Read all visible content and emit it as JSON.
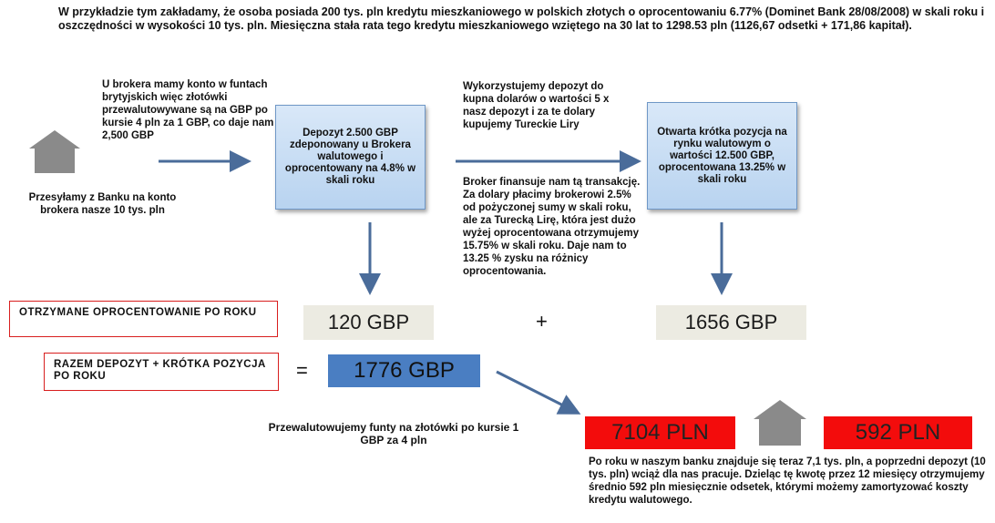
{
  "intro": "W przykładzie tym zakładamy, że osoba posiada 200 tys. pln kredytu mieszkaniowego w polskich złotych o oprocentowaniu 6.77% (Dominet Bank 28/08/2008) w skali roku i oszczędności w wysokości 10 tys. pln. Miesięczna stała rata tego kredytu mieszkaniowego wziętego na 30 lat to 1298.53 pln (1126,67 odsetki + 171,86 kapitał).",
  "broker_account_note": "U brokera mamy konto w funtach brytyjskich więc złotówki przewalutowywane są na GBP po kursie 4 pln za 1 GBP, co daje nam 2,500 GBP",
  "bank_transfer_note": "Przesyłamy z Banku na konto brokera nasze 10 tys. pln",
  "deposit_box": "Depozyt 2.500 GBP zdeponowany u Brokera walutowego i oprocentowany na 4.8% w skali roku",
  "deposit_use_note": "Wykorzystujemy depozyt do kupna dolarów o wartości 5 x nasz depozyt i za te dolary kupujemy Tureckie Liry",
  "broker_finance_note": "Broker finansuje nam tą transakcję. Za dolary płacimy brokerowi 2.5% od pożyczonej sumy w skali roku, ale za Turecką Lirę, która jest dużo wyżej oprocentowana otrzymujemy 15.75% w skali roku. Daje nam to 13.25 % zysku na różnicy oprocentowania.",
  "short_position_box": "Otwarta krótka pozycja na rynku walutowym o wartości 12.500 GBP, oprocentowana 13.25% w skali roku",
  "received_interest_label": "OTRZYMANE OPROCENTOWANIE PO ROKU",
  "value_120": "120 GBP",
  "plus_sign": "+",
  "value_1656": "1656 GBP",
  "total_label": "RAZEM DEPOZYT + KRÓTKA POZYCJA PO ROKU",
  "equals_sign": "=",
  "value_1776": "1776 GBP",
  "conversion_note": "Przewalutowujemy funty na złotówki po kursie 1 GBP za 4 pln",
  "value_pln_total": "7104 PLN",
  "value_pln_monthly": "592 PLN",
  "final_note": "Po roku w naszym banku znajduje się teraz 7,1 tys. pln, a poprzedni depozyt (10 tys. pln) wciąż dla nas pracuje. Dzieląc tę kwotę przez 12 miesięcy otrzymujemy średnio 592 pln miesięcznie odsetek, którymi możemy zamortyzować koszty kredytu walutowego.",
  "colors": {
    "arrow": "#4a6c9a",
    "house": "#8a8a8a",
    "red": "#f30c0c",
    "steel": "#4a7ec2",
    "beige": "#ecebe2"
  },
  "icons": [
    "house-icon",
    "house-icon"
  ]
}
